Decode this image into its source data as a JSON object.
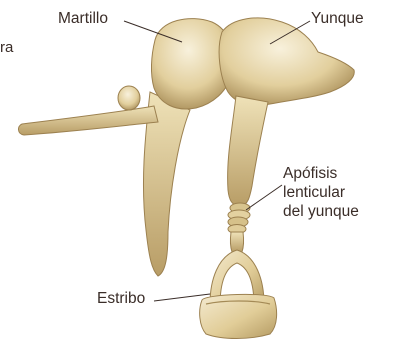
{
  "labels": {
    "martillo": "Martillo",
    "yunque": "Yunque",
    "apofisis_line1": "Apófisis",
    "apofisis_line2": "lenticular",
    "apofisis_line3": "del yunque",
    "estribo": "Estribo",
    "cutoff_text": "ra"
  },
  "colors": {
    "background": "#ffffff",
    "bone_light": "#efe2b8",
    "bone_mid": "#d9c58f",
    "bone_shadow": "#a48a56",
    "leader_line": "#3a2d28",
    "label_text": "#3a2d28"
  }
}
